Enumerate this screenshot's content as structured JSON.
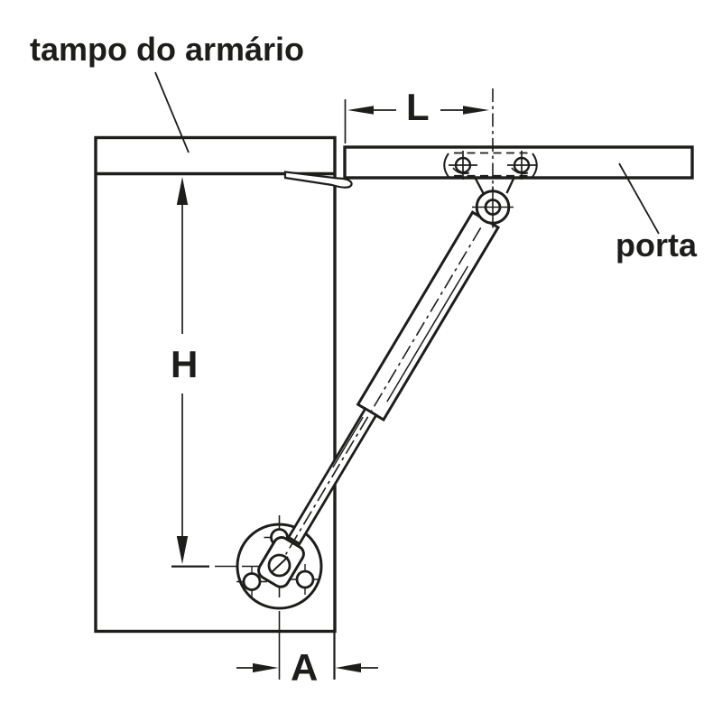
{
  "labels": {
    "cabinet_top": "tampo do armário",
    "door": "porta",
    "dim_height": "H",
    "dim_length": "L",
    "dim_offset": "A"
  },
  "colors": {
    "line": "#1d1d1b",
    "background": "#ffffff"
  }
}
